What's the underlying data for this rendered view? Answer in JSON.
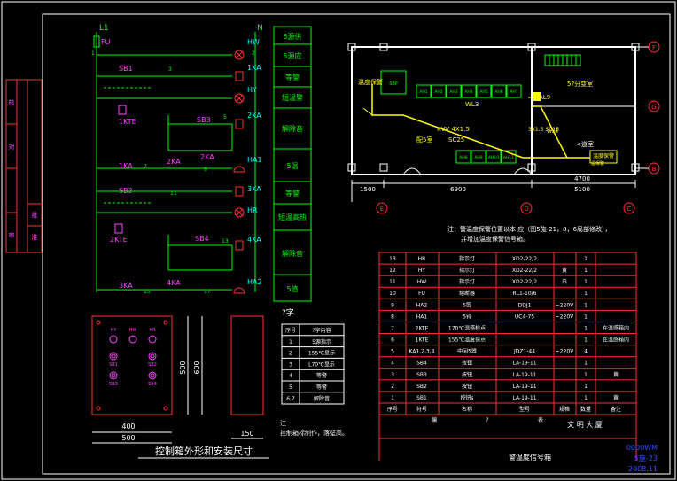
{
  "frame": {
    "left_strip": [
      "核",
      "对",
      "审",
      "批",
      "准"
    ],
    "bottom_right": [
      "0000WM",
      "5施-23",
      "2008.11"
    ]
  },
  "schematic": {
    "top_labels": {
      "l1": "L1",
      "n": "N",
      "fu": "FU",
      "node1": "1",
      "node2": "2"
    },
    "contacts": [
      {
        "label": "SB1",
        "node": "3"
      },
      {
        "label": "1KTE"
      },
      {
        "label": "SB3",
        "node": "5"
      },
      {
        "label": "2KA"
      },
      {
        "label": "1KA",
        "node": "7"
      },
      {
        "label": "2KA",
        "node": "9"
      },
      {
        "label": "SB2"
      },
      {
        "label": "2KTE"
      },
      {
        "label": "SB4",
        "node": "13"
      },
      {
        "label": "3KA",
        "node": "15"
      },
      {
        "label": "4KA",
        "node": "17"
      }
    ],
    "node_11": "11",
    "coils": [
      "HW",
      "1KA",
      "HY",
      "2KA",
      "HA1",
      "3KA",
      "HR",
      "4KA",
      "HA2"
    ],
    "function_column": [
      "5源供",
      "5源应",
      "等警",
      "短温警",
      "解除音",
      "5温",
      "等警",
      "短温高热",
      "解除音",
      "5值"
    ]
  },
  "plan": {
    "labels": {
      "wl3": "WL3",
      "al9": "AL9",
      "room": "5?分变室",
      "alarm": "温度保警",
      "alarm2": "温保警",
      "cable": "KVV 4X1.5",
      "conduit": "配5室",
      "sc": "SC25",
      "wl4": "WL4",
      "wiring": "3X1.5 SC15",
      "entrance": "<道室",
      "sbp": "SBP",
      "temp": "温度保警"
    },
    "panels": [
      "AH1",
      "AH2",
      "AH3",
      "AH4",
      "AH5",
      "AH6",
      "AH7"
    ],
    "panels2": [
      "AH8",
      "AH9",
      "AH10",
      "AH11"
    ],
    "dims": [
      "1500",
      "6900",
      "4700",
      "5100"
    ],
    "axes": [
      "E",
      "D",
      "C",
      "F",
      "G",
      "B"
    ]
  },
  "plan_note": [
    "注：警温度保警位置以本 应（图5施-21，8，6局部修改），",
    "并增加温度保警信号箱。"
  ],
  "legend": {
    "title": "?字",
    "headers": [
      "序号",
      "?字内容"
    ],
    "rows": [
      [
        "1",
        "5源指示"
      ],
      [
        "2",
        "155℃显示"
      ],
      [
        "3",
        "L70℃显示"
      ],
      [
        "4",
        "等警"
      ],
      [
        "5",
        "等警"
      ],
      [
        "6,7",
        "解除音"
      ]
    ]
  },
  "box": {
    "indicators": [
      "HY",
      "HW",
      "HR"
    ],
    "buttons": [
      "SB1",
      "SB2",
      "SB3",
      "SB4"
    ],
    "dims": [
      "400",
      "500",
      "500",
      "600",
      "150"
    ],
    "caption": "控制箱外形和安装尺寸"
  },
  "box_note": [
    "注",
    "控制箱标制作，落壁高。"
  ],
  "parts": {
    "rows": [
      [
        "13",
        "HR",
        "指示灯",
        "XD2-22/2",
        "",
        "1",
        ""
      ],
      [
        "12",
        "HY",
        "指示灯",
        "XD2-22/2",
        "黄",
        "1",
        ""
      ],
      [
        "11",
        "HW",
        "指示灯",
        "XD2-22/2",
        "白",
        "1",
        ""
      ],
      [
        "10",
        "FU",
        "熔断器",
        "RL1-10/6",
        "",
        "1",
        ""
      ],
      [
        "9",
        "HA2",
        "5笛",
        "DDJ1",
        "~220V",
        "1",
        ""
      ],
      [
        "8",
        "HA1",
        "5铃",
        "UC4-75",
        "~220V",
        "1",
        ""
      ],
      [
        "7",
        "2KTE",
        "170℃温感检点",
        "",
        "",
        "1",
        "在温感箱内"
      ],
      [
        "6",
        "1KTE",
        "155℃温度探点",
        "",
        "",
        "1",
        "在温感箱内"
      ],
      [
        "5",
        "KA1,2,3,4",
        "中间5器",
        "JDZ1-44",
        "~220V",
        "4",
        ""
      ],
      [
        "4",
        "SB4",
        "按钮",
        "LA-19-11",
        "",
        "1",
        ""
      ],
      [
        "3",
        "SB3",
        "按钮",
        "LA-19-11",
        "",
        "1",
        "黄"
      ],
      [
        "2",
        "SB2",
        "按钮",
        "LA-19-11",
        "",
        "1",
        ""
      ],
      [
        "1",
        "SB1",
        "按钮s",
        "LA-19-11",
        "",
        "1",
        "黄"
      ]
    ],
    "header": [
      "序号",
      "符号",
      "名称",
      "型号",
      "规格",
      "数量",
      "备注"
    ],
    "subheader": [
      "编",
      "?",
      "表"
    ]
  },
  "title_block": {
    "top": "文 明 大 厦",
    "bottom": "警温度信号箱"
  },
  "colors": {
    "frame": "#ffffff",
    "green": "#00ff00",
    "cyan": "#00ffff",
    "magenta": "#ff44ff",
    "yellow": "#ffff00",
    "red": "#ff3030",
    "white": "#ffffff"
  }
}
